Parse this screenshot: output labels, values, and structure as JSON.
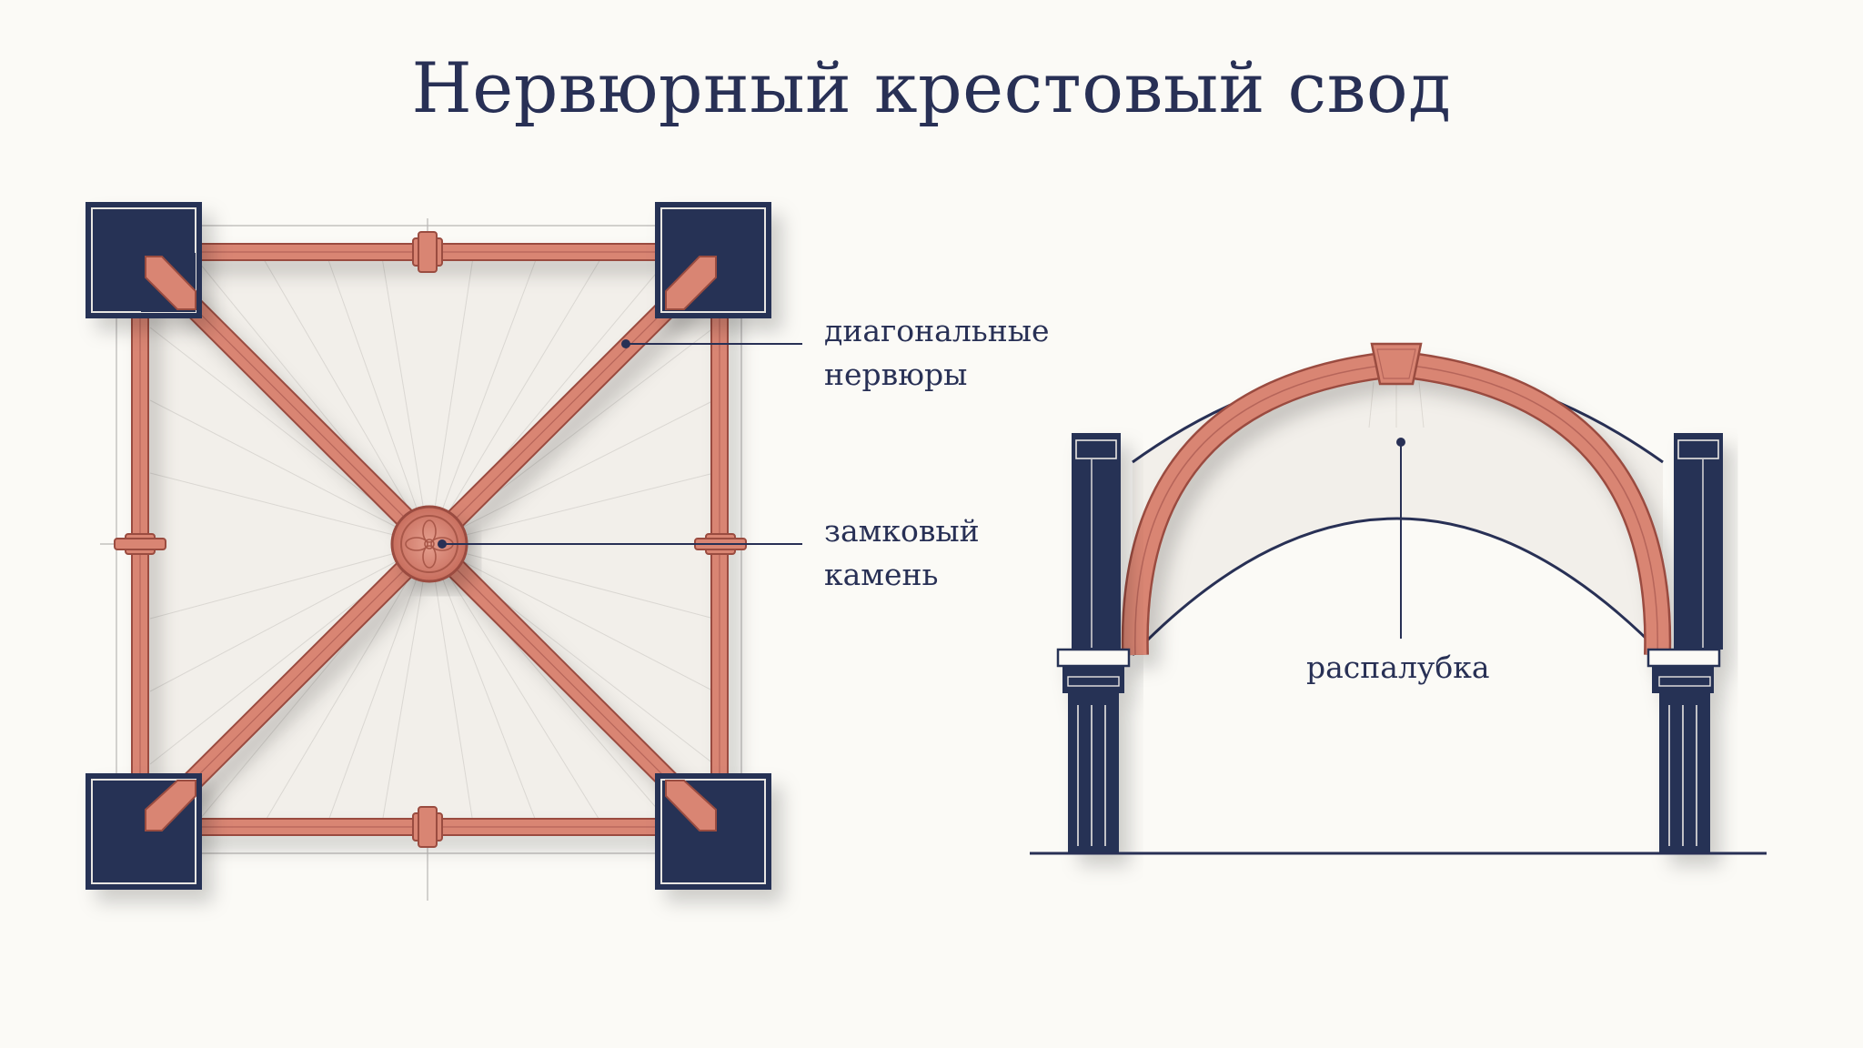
{
  "title": "Нервюрный крестовый свод",
  "labels": {
    "diagonal_ribs": [
      "диагональные",
      "нервюры"
    ],
    "keystone": [
      "замковый",
      "камень"
    ],
    "web": "распалубка"
  },
  "colors": {
    "navy": "#283055",
    "rib": "#d98573",
    "rib_edge": "#9a4c40",
    "bay": "#f2efea",
    "background": "#fbfaf6"
  }
}
